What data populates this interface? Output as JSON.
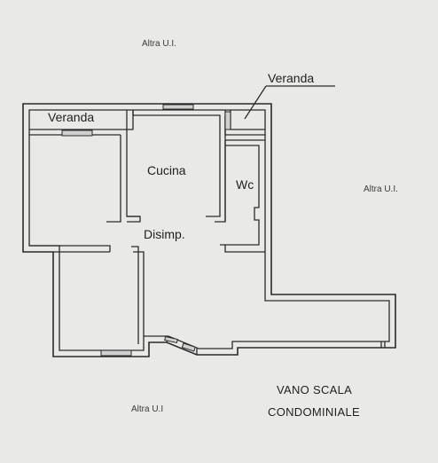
{
  "labels": {
    "top_unit": "Altra U.I.",
    "right_unit": "Altra U.I.",
    "bottom_unit": "Altra U.I",
    "veranda_top": "Veranda",
    "veranda_left": "Veranda",
    "cucina": "Cucina",
    "wc": "Wc",
    "disimp": "Disimp.",
    "vano_scala_1": "VANO SCALA",
    "vano_scala_2": "CONDOMINIALE"
  }
}
